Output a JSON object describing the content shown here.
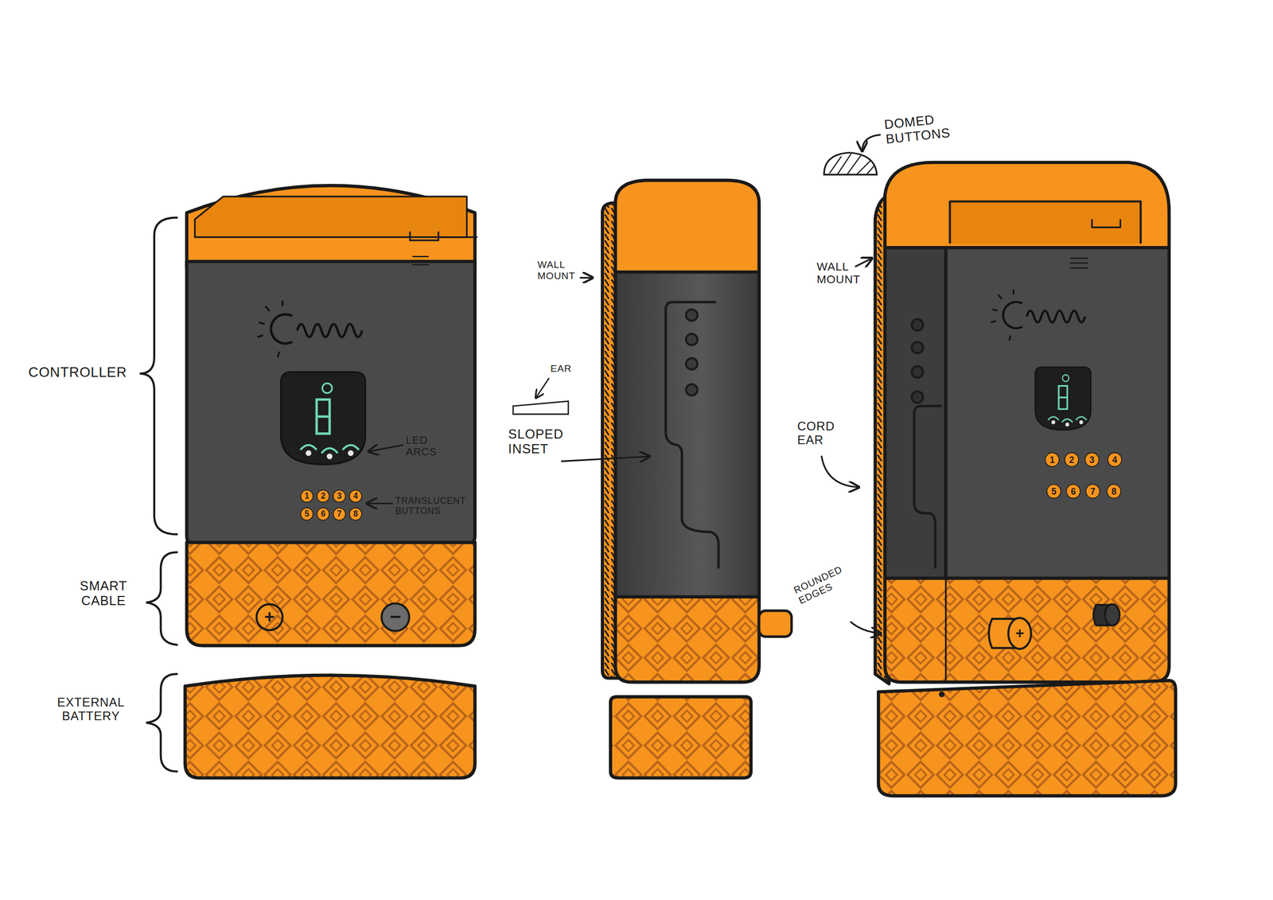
{
  "diagram": {
    "nodes": [
      {
        "text": [
          "1"
        ]
      },
      {
        "text": [
          "2"
        ]
      },
      {
        "text": [
          "3"
        ]
      },
      {
        "text": [
          "4"
        ]
      },
      {
        "text": [
          "5"
        ]
      },
      {
        "text": [
          "6"
        ]
      },
      {
        "text": [
          "7"
        ]
      },
      {
        "text": [
          "8"
        ]
      },
      {
        "text": [
          "+"
        ]
      },
      {
        "text": [
          "−"
        ]
      },
      {
        "text": [
          "1"
        ]
      },
      {
        "text": [
          "2"
        ]
      },
      {
        "text": [
          "3"
        ]
      },
      {
        "text": [
          "4"
        ]
      },
      {
        "text": [
          "5"
        ]
      },
      {
        "text": [
          "6"
        ]
      },
      {
        "text": [
          "7"
        ]
      },
      {
        "text": [
          "8"
        ]
      },
      {
        "text": [
          "+"
        ]
      }
    ],
    "labels": [
      "CONTROLLER",
      "SMART CABLE",
      "EXTERNAL BATTERY",
      "LED ARCS",
      "TRANSLUCENT BUTTONS",
      "WALL MOUNT",
      "EAR",
      "SLOPED INSET",
      "DOMED BUTTONS",
      "WALL MOUNT",
      "CORD EAR",
      "ROUNDED EDGES"
    ]
  }
}
